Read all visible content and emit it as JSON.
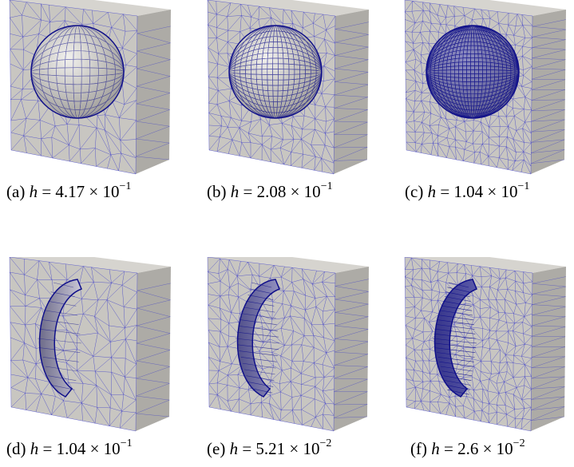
{
  "figure": {
    "panels": [
      {
        "label": "(a)",
        "var": "h",
        "mantissa": "4.17",
        "exponent": "−1",
        "shape": "sphere",
        "density": 1
      },
      {
        "label": "(b)",
        "var": "h",
        "mantissa": "2.08",
        "exponent": "−1",
        "shape": "sphere",
        "density": 2
      },
      {
        "label": "(c)",
        "var": "h",
        "mantissa": "1.04",
        "exponent": "−1",
        "shape": "sphere",
        "density": 3
      },
      {
        "label": "(d)",
        "var": "h",
        "mantissa": "1.04",
        "exponent": "−1",
        "shape": "torus",
        "density": 1
      },
      {
        "label": "(e)",
        "var": "h",
        "mantissa": "5.21",
        "exponent": "−2",
        "shape": "torus",
        "density": 2
      },
      {
        "label": "(f)",
        "var": "h",
        "mantissa": "2.6",
        "exponent": "−2",
        "shape": "torus",
        "density": 3
      }
    ],
    "colors": {
      "face": "#c8c6c1",
      "face_side": "#adaba6",
      "face_top": "#d6d4cf",
      "mesh": "#3a3ac8",
      "inclusion_dark": "#10108a"
    }
  }
}
